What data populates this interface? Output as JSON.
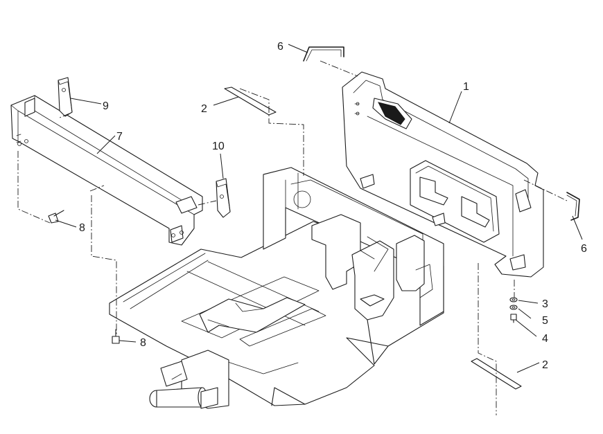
{
  "callouts": {
    "c1": "1",
    "c2a": "2",
    "c2b": "2",
    "c3": "3",
    "c4": "4",
    "c5": "5",
    "c6a": "6",
    "c6b": "6",
    "c7": "7",
    "c8a": "8",
    "c8b": "8",
    "c9": "9",
    "c10": "10"
  }
}
